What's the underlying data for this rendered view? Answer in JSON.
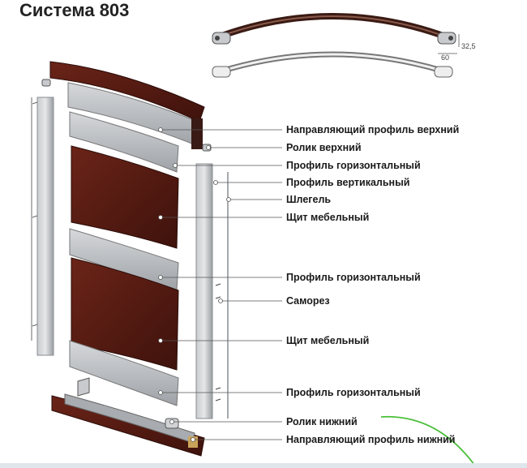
{
  "title": "Система 803",
  "labels": [
    "Направляющий профиль верхний",
    "Ролик верхний",
    "Профиль горизонтальный",
    "Профиль вертикальный",
    "Шлегель",
    "Щит мебельный",
    "Профиль горизонтальный",
    "Саморез",
    "Щит мебельный",
    "Профиль горизонтальный",
    "Ролик нижний",
    "Направляющий профиль нижний"
  ],
  "dimensions": {
    "height": "32,5",
    "width": "60"
  },
  "colors": {
    "wood": "#5a1e16",
    "aluminum": "#b9bcc0",
    "leader": "#555555",
    "accent_arc": "#4bbf3a"
  }
}
